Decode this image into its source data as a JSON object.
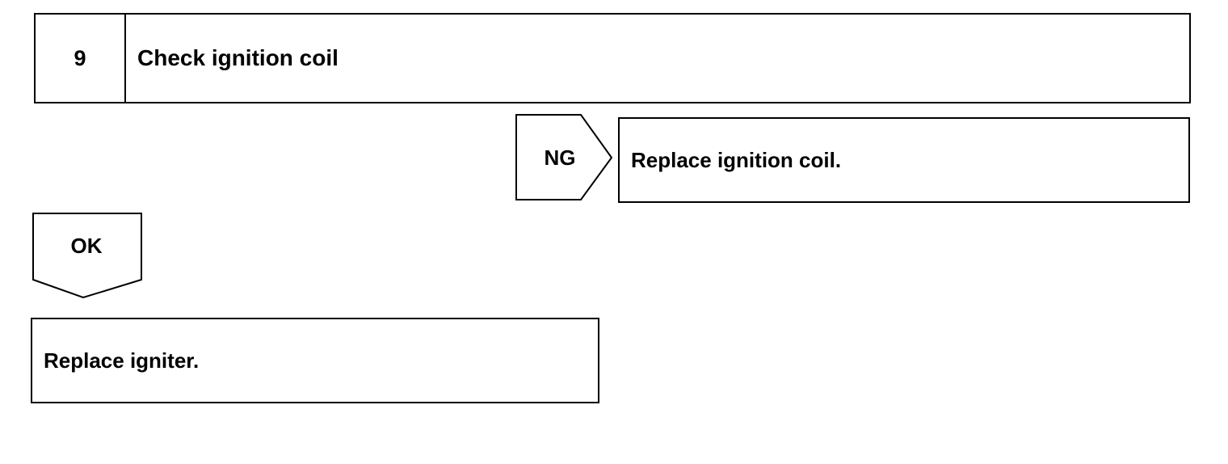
{
  "step": {
    "number": "9",
    "title": "Check ignition coil"
  },
  "ng_branch": {
    "label": "NG",
    "action": "Replace ignition coil."
  },
  "ok_branch": {
    "label": "OK",
    "action": "Replace igniter."
  },
  "colors": {
    "line": "#000000",
    "background": "#ffffff"
  }
}
